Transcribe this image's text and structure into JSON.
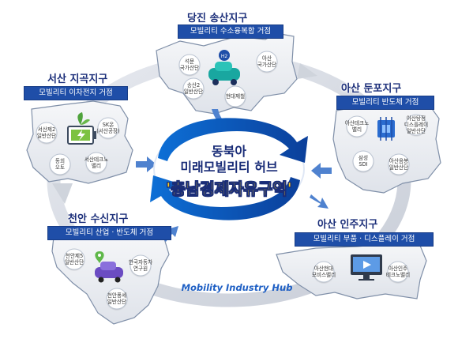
{
  "hub": {
    "line1": "동북아",
    "line2": "미래모빌리티 허브",
    "line3": "'충남경제자유구역'",
    "english": "Mobility Industry Hub"
  },
  "zones": {
    "dangjin": {
      "title": "당진 송산지구",
      "bar": "모빌리티 수소융복합 거점",
      "sites": [
        "석문\n국가산단",
        "송산2\n일반산단",
        "현대제철",
        "아산\n국가산단"
      ]
    },
    "seosan": {
      "title": "서산 지곡지구",
      "bar": "모빌리티 이차전지 거점",
      "sites": [
        "서산제2\n일반산단",
        "SK온\n(서산공장)",
        "동희\n오토",
        "서산테크노\n밸리"
      ]
    },
    "asan_dunpo": {
      "title": "아산 둔포지구",
      "bar": "모빌리티 반도체 거점",
      "sites": [
        "아산테크노\n밸리",
        "아산탕정\n디스플레이\n일반산단",
        "삼성\nSDI",
        "아산음봉\n일반산단"
      ]
    },
    "cheonan": {
      "title": "천안 수신지구",
      "bar": "모빌리티 산업 · 반도체 거점",
      "sites": [
        "천안제5\n일반산단",
        "한국자동차\n연구원",
        "천안풍세\n일반산단"
      ]
    },
    "asan_injoo": {
      "title": "아산 인주지구",
      "bar": "모빌리티 부품 · 디스플레이 거점",
      "sites": [
        "아산현대\n모비스밸리",
        "아산인주\n테크노밸리"
      ]
    }
  }
}
